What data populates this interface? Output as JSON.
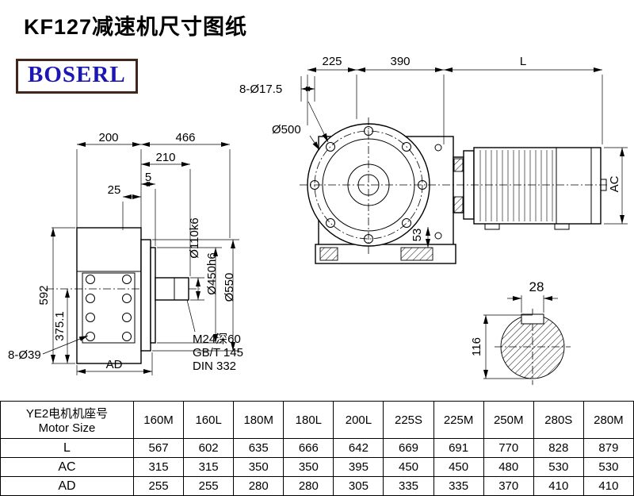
{
  "title": "KF127减速机尺寸图纸",
  "logo": "BOSERL",
  "colors": {
    "logo_text": "#1b16b4",
    "logo_border": "#42251b",
    "line_color": "#000000",
    "background": "#ffffff"
  },
  "drawing": {
    "labels": {
      "d200": "200",
      "d466": "466",
      "d210": "210",
      "d5": "5",
      "d25": "25",
      "d592": "592",
      "d375": "375.1",
      "holes_left": "8-Ø39",
      "ad": "AD",
      "m24": "M24深60",
      "gbt": "GB/T 145",
      "din": "DIN 332",
      "d110": "Ø110k6",
      "d450": "Ø450h6",
      "d550": "Ø550",
      "d225": "225",
      "d390": "390",
      "L": "L",
      "holes_right": "8-Ø17.5",
      "d500": "Ø500",
      "ac": "AC",
      "d53": "53",
      "d28": "28",
      "d116": "116"
    }
  },
  "table": {
    "header": {
      "line1": "YE2电机机座号",
      "line2": "Motor Size"
    },
    "columns": [
      "160M",
      "160L",
      "180M",
      "180L",
      "200L",
      "225S",
      "225M",
      "250M",
      "280S",
      "280M"
    ],
    "rows": [
      {
        "label": "L",
        "values": [
          "567",
          "602",
          "635",
          "666",
          "642",
          "669",
          "691",
          "770",
          "828",
          "879"
        ]
      },
      {
        "label": "AC",
        "values": [
          "315",
          "315",
          "350",
          "350",
          "395",
          "450",
          "450",
          "480",
          "530",
          "530"
        ]
      },
      {
        "label": "AD",
        "values": [
          "255",
          "255",
          "280",
          "280",
          "305",
          "335",
          "335",
          "370",
          "410",
          "410"
        ]
      }
    ]
  }
}
